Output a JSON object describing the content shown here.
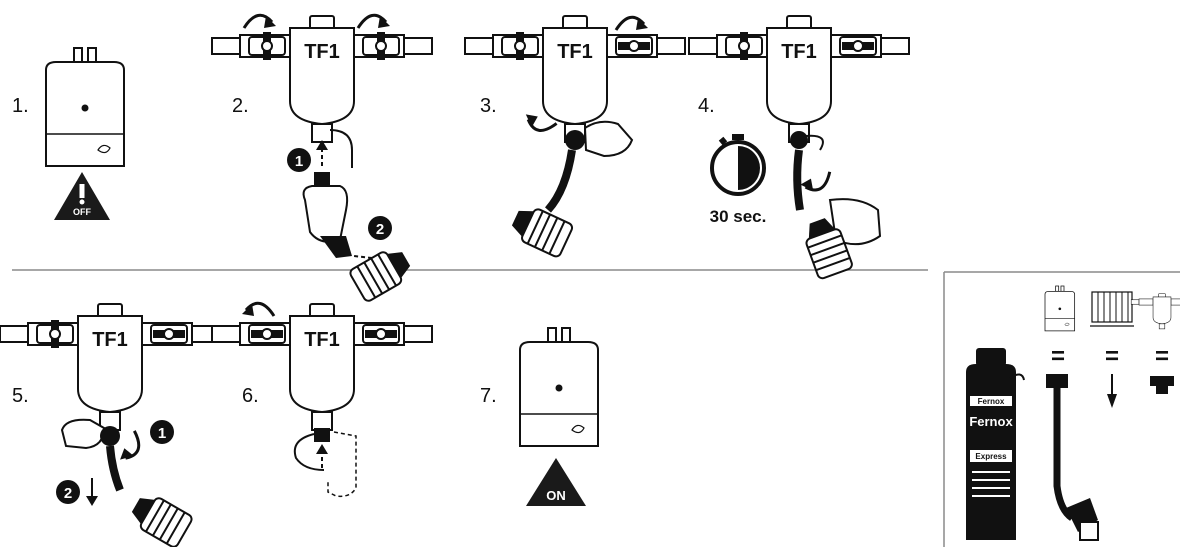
{
  "steps": {
    "s1": {
      "number": "1.",
      "badge": "OFF"
    },
    "s2": {
      "number": "2.",
      "filter_label": "TF1",
      "marker_a": "1",
      "marker_b": "2"
    },
    "s3": {
      "number": "3.",
      "filter_label": "TF1"
    },
    "s4": {
      "number": "4.",
      "filter_label": "TF1",
      "timer": "30 sec."
    },
    "s5": {
      "number": "5.",
      "filter_label": "TF1",
      "marker_a": "1",
      "marker_b": "2"
    },
    "s6": {
      "number": "6.",
      "filter_label": "TF1"
    },
    "s7": {
      "number": "7.",
      "badge": "ON"
    }
  },
  "product": {
    "brand": "Fernox",
    "top_text": "Fernox",
    "label_text": "Express",
    "equals": "="
  },
  "icons": [
    "boiler-icon",
    "warning-off-icon",
    "warning-on-icon",
    "valve-icon",
    "filter-tf1-icon",
    "rotate-arrow-icon",
    "stopwatch-icon",
    "dosing-bottle-icon",
    "hand-icon",
    "radiator-icon",
    "hose-adapter-icon"
  ],
  "colors": {
    "ink": "#111111",
    "paper": "#ffffff",
    "soft": "#e8e8e8",
    "rule": "#8a8a8a"
  }
}
